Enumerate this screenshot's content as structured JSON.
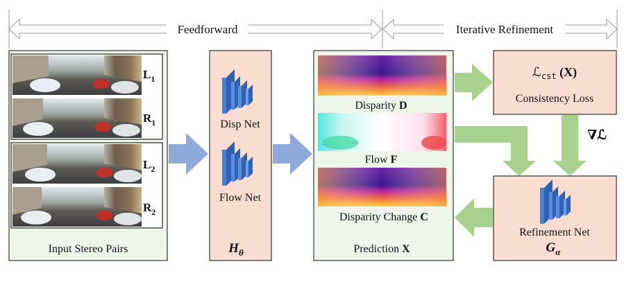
{
  "banner": {
    "feedforward": "Feedforward",
    "refinement": "Iterative Refinement"
  },
  "input_panel": {
    "caption": "Input Stereo Pairs",
    "pairs": [
      {
        "left_label": "L",
        "left_sub": "1",
        "right_label": "R",
        "right_sub": "1"
      },
      {
        "left_label": "L",
        "left_sub": "2",
        "right_label": "R",
        "right_sub": "2"
      }
    ]
  },
  "network_panel": {
    "disp_net": "Disp Net",
    "flow_net": "Flow Net",
    "symbol": "H",
    "symbol_sub": "θ"
  },
  "prediction_panel": {
    "disparity_label": "Disparity ",
    "disparity_symbol": "D",
    "flow_label": "Flow ",
    "flow_symbol": "F",
    "change_label": "Disparity Change ",
    "change_symbol": "C",
    "caption": "Prediction ",
    "caption_symbol": "X"
  },
  "consistency_panel": {
    "loss_symbol": "ℒ",
    "loss_sub": "cst",
    "loss_arg": " (X)",
    "caption": "Consistency Loss"
  },
  "gradient_label": "∇ℒ",
  "refinement_panel": {
    "caption": "Refinement Net",
    "symbol": "G",
    "symbol_sub": "α"
  },
  "colors": {
    "green_panel": "#eef5e9",
    "pink_panel": "#f8ddd0",
    "blue_arrow": "#8eaadb",
    "green_arrow": "#a9d18e",
    "net_blue": "#3a6fc0"
  }
}
